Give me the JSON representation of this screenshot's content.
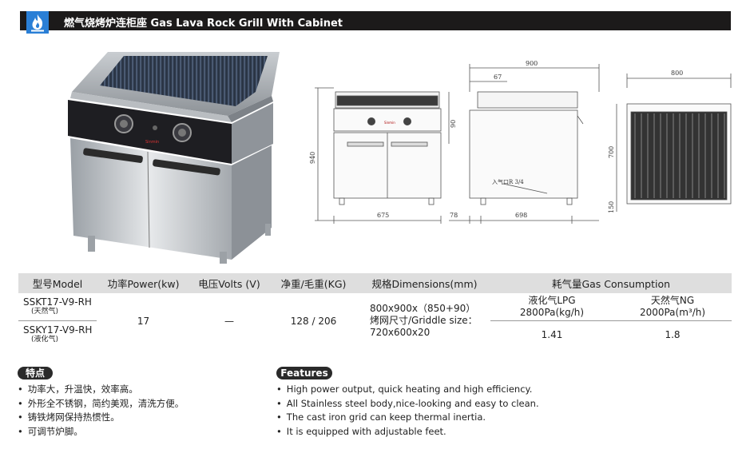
{
  "header": {
    "title": "燃气烧烤炉连柜座 Gas Lava Rock Grill With Cabinet",
    "icon": "flame-icon",
    "accent": "#2a7fd6",
    "bar_color": "#1c1a1a"
  },
  "photo": {
    "logo_text": "Sinmin"
  },
  "drawing": {
    "front_logo": "Sinmin",
    "dim_900": "900",
    "dim_67": "67",
    "dim_90": "90",
    "dim_940": "940",
    "dim_675": "675",
    "dim_78": "78",
    "dim_698": "698",
    "dim_700": "700",
    "dim_150": "150",
    "dim_800": "800",
    "gas_inlet": "入气口R 3/4"
  },
  "table": {
    "headers": [
      "型号Model",
      "功率Power(kw)",
      "电压Volts (V)",
      "净重/毛重(KG)",
      "规格Dimensions(mm)",
      "耗气量Gas Consumption"
    ],
    "models": [
      {
        "name": "SSKT17-V9-RH",
        "gas": "(天然气)"
      },
      {
        "name": "SSKY17-V9-RH",
        "gas": "(液化气)"
      }
    ],
    "power": "17",
    "volts": "—",
    "weight": "128 / 206",
    "dimensions": [
      "800x900x（850+90）",
      "烤网尺寸/Griddle size：",
      "720x600x20"
    ],
    "gas_columns": [
      {
        "label": "液化气LPG",
        "unit": "2800Pa(kg/h)",
        "value": "1.41"
      },
      {
        "label": "天然气NG",
        "unit": "2000Pa(m³/h)",
        "value": "1.8"
      }
    ]
  },
  "features_cn": {
    "title": "特点",
    "items": [
      "功率大，升温快，效率高。",
      "外形全不锈钢，简约美观，清洗方便。",
      "铸铁烤网保持热惯性。",
      "可调节炉脚。"
    ]
  },
  "features_en": {
    "title": "Features",
    "items": [
      "High power output, quick heating and high efficiency.",
      "All Stainless steel body,nice-looking and easy to clean.",
      "The cast iron grid can keep  thermal inertia.",
      "It is equipped with adjustable feet."
    ]
  }
}
